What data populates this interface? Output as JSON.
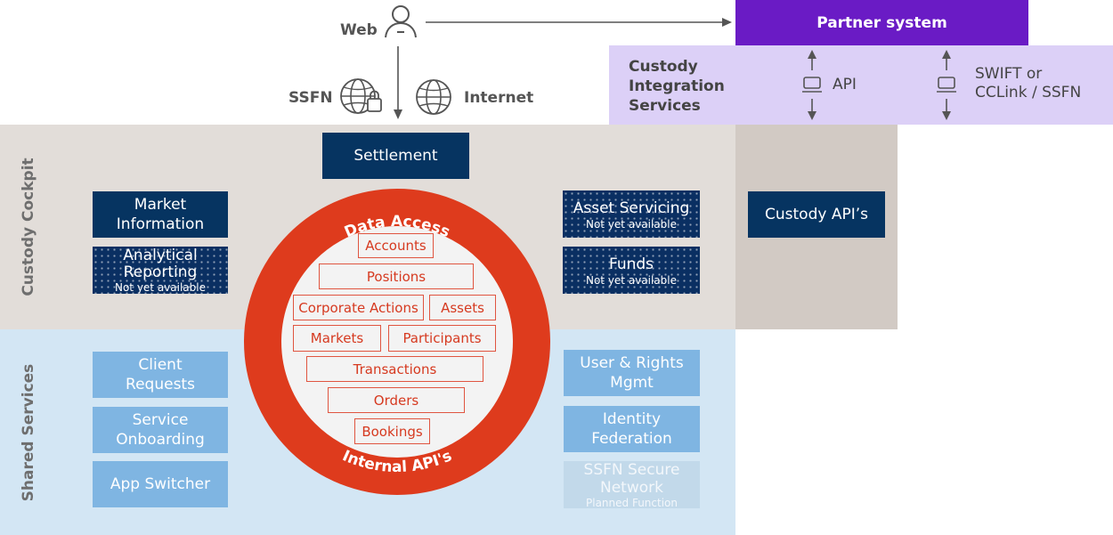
{
  "top": {
    "web": "Web",
    "ssfn": "SSFN",
    "internet": "Internet",
    "partner_system": "Partner system"
  },
  "cis": {
    "title_lines": [
      "Custody",
      "Integration",
      "Services"
    ],
    "api": "API",
    "swift_lines": [
      "SWIFT or",
      "CCLink / SSFN"
    ]
  },
  "bands": {
    "cockpit": "Custody Cockpit",
    "shared": "Shared Services"
  },
  "settlement": "Settlement",
  "custody_apis": "Custody API’s",
  "left_cockpit": {
    "market_info": [
      "Market",
      "Information"
    ],
    "analytical": [
      "Analytical",
      "Reporting"
    ],
    "analytical_note": "Not yet available"
  },
  "right_cockpit": {
    "asset_servicing": "Asset Servicing",
    "asset_note": "Not yet available",
    "funds": "Funds",
    "funds_note": "Not yet available"
  },
  "left_shared": {
    "client_requests": [
      "Client",
      "Requests"
    ],
    "service_onboarding": [
      "Service",
      "Onboarding"
    ],
    "app_switcher": "App Switcher"
  },
  "right_shared": {
    "user_rights": [
      "User & Rights",
      "Mgmt"
    ],
    "identity": [
      "Identity",
      "Federation"
    ],
    "ssfn_secure": [
      "SSFN Secure",
      "Network"
    ],
    "ssfn_note": "Planned Function"
  },
  "ring": {
    "top_label": "Data Access",
    "bottom_label": "Internal API's",
    "accounts": "Accounts",
    "positions": "Positions",
    "corporate_actions": "Corporate Actions",
    "assets": "Assets",
    "markets": "Markets",
    "participants": "Participants",
    "transactions": "Transactions",
    "orders": "Orders",
    "bookings": "Bookings"
  },
  "colors": {
    "navy": "#063461",
    "partner": "#6a1bc5",
    "ring": "#de3b1d",
    "light_blue": "#7fb5e2"
  }
}
